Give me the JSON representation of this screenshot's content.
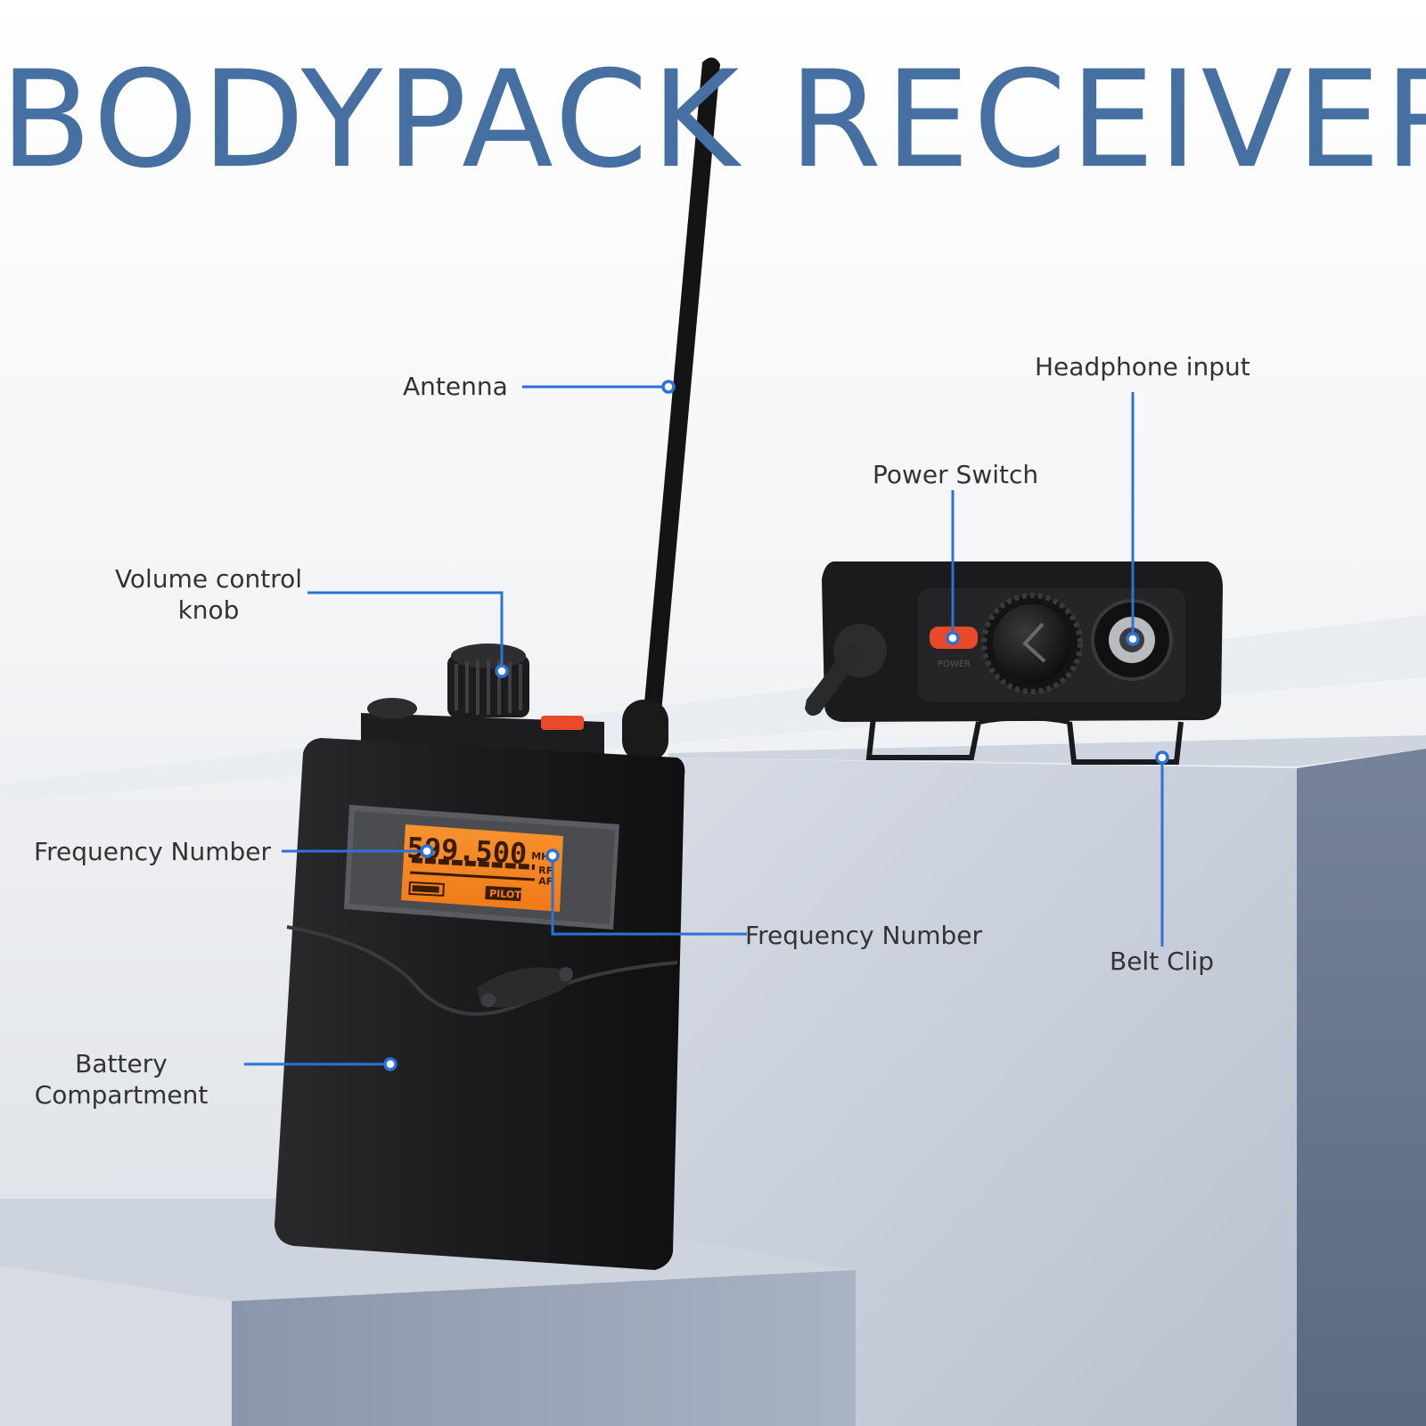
{
  "title": "BODYPACK RECEIVER",
  "device_front": {
    "lcd_frequency": "599.500",
    "lcd_unit": "MHz",
    "lcd_rf": "RF",
    "lcd_af": "AF",
    "lcd_pilot": "PILOT"
  },
  "device_top": {
    "power_label": "POWER"
  },
  "callouts": {
    "antenna": "Antenna",
    "volume_line1": "Volume control",
    "volume_line2": "knob",
    "frequency_left": "Frequency Number",
    "frequency_right": "Frequency Number",
    "battery_line1": "Battery",
    "battery_line2": "Compartment",
    "headphone": "Headphone input",
    "power": "Power Switch",
    "belt_clip": "Belt Clip"
  },
  "colors": {
    "title": "#4670a2",
    "callout_line": "#2b72d6",
    "label_text": "#333333",
    "lcd_background": "#f5841f",
    "power_switch": "#e8492a"
  }
}
